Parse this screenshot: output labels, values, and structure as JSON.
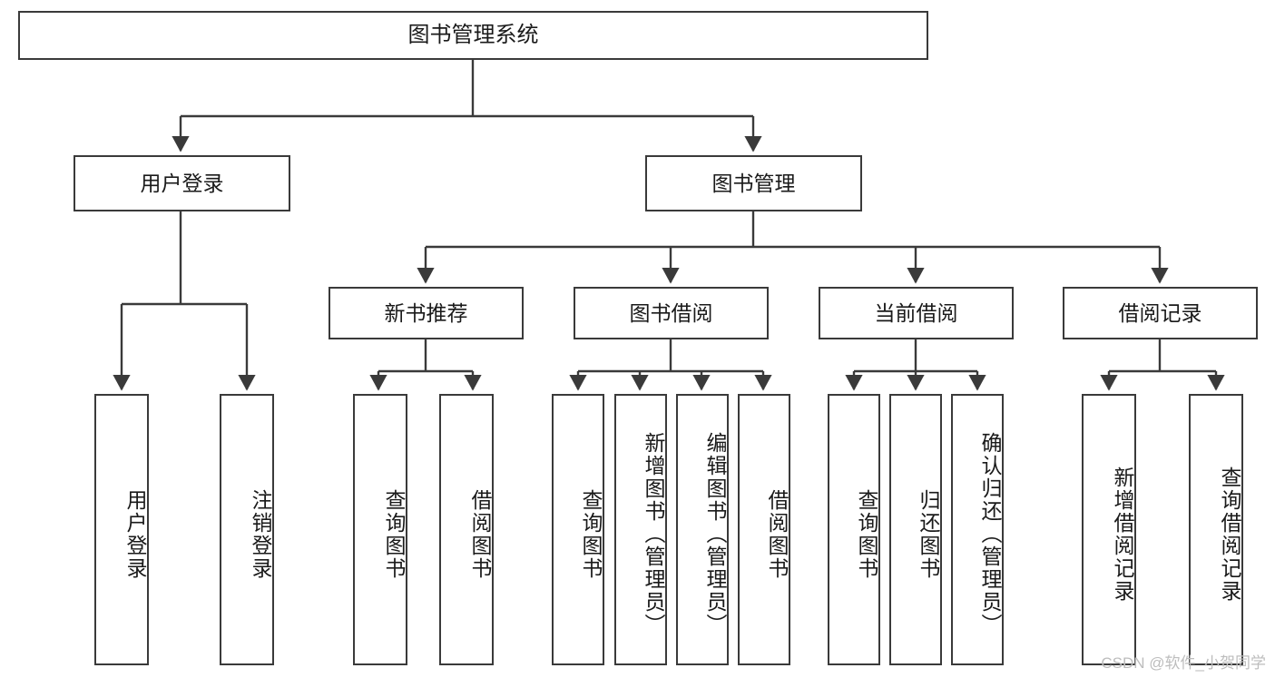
{
  "diagram": {
    "title_node": {
      "label": "图书管理系统"
    },
    "level2": [
      {
        "id": "user-login",
        "label": "用户登录"
      },
      {
        "id": "book-manage",
        "label": "图书管理"
      }
    ],
    "level3": [
      {
        "id": "new-book-recommend",
        "label": "新书推荐"
      },
      {
        "id": "book-borrow",
        "label": "图书借阅"
      },
      {
        "id": "current-borrow",
        "label": "当前借阅"
      },
      {
        "id": "borrow-record",
        "label": "借阅记录"
      }
    ],
    "leaves": [
      {
        "id": "leaf-user-login",
        "label": "用户登录"
      },
      {
        "id": "leaf-logout-login",
        "label": "注销登录"
      },
      {
        "id": "leaf-query-book-1",
        "label": "查询图书"
      },
      {
        "id": "leaf-borrow-book-1",
        "label": "借阅图书"
      },
      {
        "id": "leaf-query-book-2",
        "label": "查询图书"
      },
      {
        "id": "leaf-add-book-admin",
        "label": "新增图书（管理员）"
      },
      {
        "id": "leaf-edit-book-admin",
        "label": "编辑图书（管理员）"
      },
      {
        "id": "leaf-borrow-book-2",
        "label": "借阅图书"
      },
      {
        "id": "leaf-query-book-3",
        "label": "查询图书"
      },
      {
        "id": "leaf-return-book",
        "label": "归还图书"
      },
      {
        "id": "leaf-confirm-return",
        "label": "确认归还（管理员）"
      },
      {
        "id": "leaf-add-record",
        "label": "新增借阅记录"
      },
      {
        "id": "leaf-query-record",
        "label": "查询借阅记录"
      }
    ]
  },
  "watermark": {
    "text": "CSDN @软件_小贺同学"
  },
  "colors": {
    "stroke": "#3a3a3a",
    "background": "#ffffff",
    "text": "#1a1a1a",
    "watermark": "#bdbdbd"
  }
}
